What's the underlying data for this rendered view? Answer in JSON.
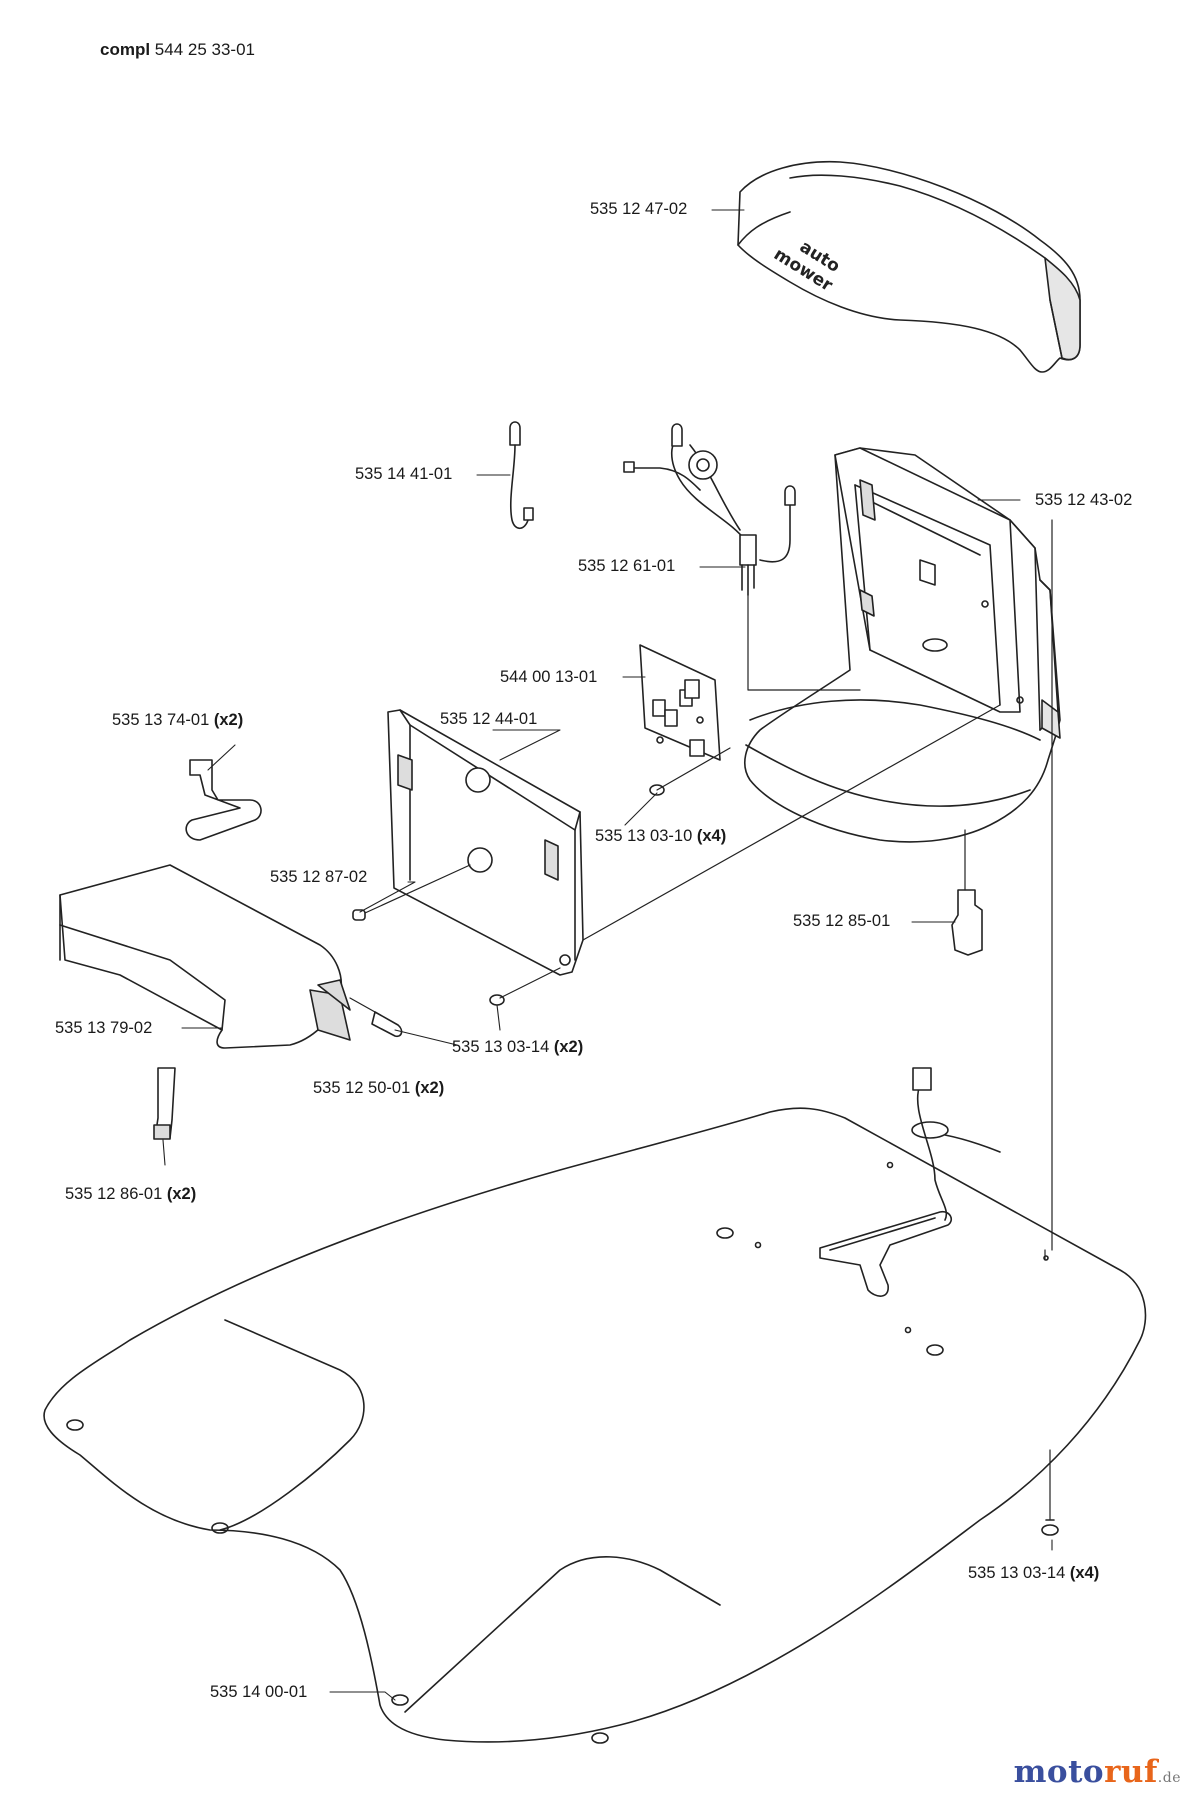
{
  "title": {
    "prefix": "compl",
    "number": "544 25 33-01"
  },
  "parts": [
    {
      "id": "p1",
      "number": "535 12 47-02",
      "qty": ""
    },
    {
      "id": "p2",
      "number": "535 14 41-01",
      "qty": ""
    },
    {
      "id": "p3",
      "number": "535 12 43-02",
      "qty": ""
    },
    {
      "id": "p4",
      "number": "535 12 61-01",
      "qty": ""
    },
    {
      "id": "p5",
      "number": "544 00 13-01",
      "qty": ""
    },
    {
      "id": "p6",
      "number": "535 13 74-01",
      "qty": "(x2)"
    },
    {
      "id": "p7",
      "number": "535 12 44-01",
      "qty": ""
    },
    {
      "id": "p8",
      "number": "535 13 03-10",
      "qty": "(x4)"
    },
    {
      "id": "p9",
      "number": "535 12 87-02",
      "qty": ""
    },
    {
      "id": "p10",
      "number": "535 12 85-01",
      "qty": ""
    },
    {
      "id": "p11",
      "number": "535 13 79-02",
      "qty": ""
    },
    {
      "id": "p12",
      "number": "535 13 03-14",
      "qty": "(x2)"
    },
    {
      "id": "p13",
      "number": "535 12 50-01",
      "qty": "(x2)"
    },
    {
      "id": "p14",
      "number": "535 12 86-01",
      "qty": "(x2)"
    },
    {
      "id": "p15",
      "number": "535 13 03-14",
      "qty": "(x4)"
    },
    {
      "id": "p16",
      "number": "535 14 00-01",
      "qty": ""
    }
  ],
  "cover_logo": {
    "line1": "auto",
    "line2": "mower"
  },
  "watermark": {
    "brand_a": "moto",
    "brand_b": "ruf",
    "suffix": ".de",
    "color_a": "#3a4f9e",
    "color_b": "#e8651a"
  }
}
